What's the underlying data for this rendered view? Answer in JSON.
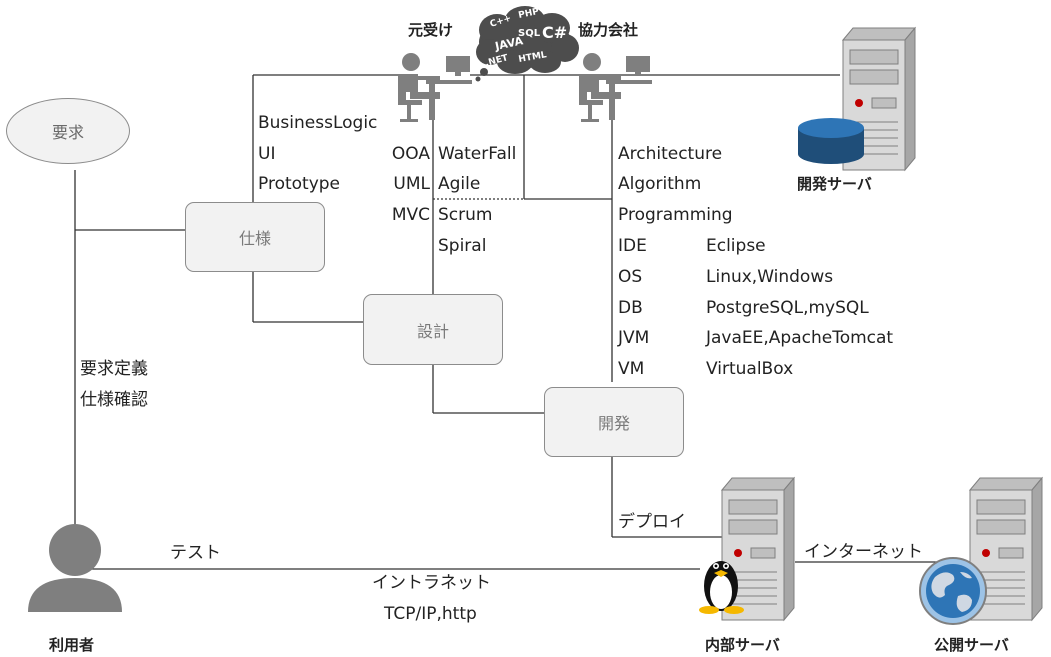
{
  "nodes": {
    "request": "要求",
    "spec": "仕様",
    "design": "設計",
    "dev": "開発"
  },
  "actors": {
    "prime_contractor": "元受け",
    "partner_company": "協力会社",
    "user": "利用者",
    "dev_server": "開発サーバ",
    "internal_server": "内部サーバ",
    "public_server": "公開サーバ"
  },
  "cloud_keywords": [
    "C++",
    "PHP",
    "SQL",
    "C#",
    "JAVA",
    ".NET",
    "HTML"
  ],
  "spec_topics": [
    "BusinessLogic",
    "UI",
    "Prototype"
  ],
  "design_methods": [
    "OOA",
    "UML",
    "MVC"
  ],
  "processes": [
    "WaterFall",
    "Agile",
    "Scrum",
    "Spiral"
  ],
  "dev_topics": [
    "Architecture",
    "Algorithm",
    "Programming"
  ],
  "environment": [
    {
      "key": "IDE",
      "value": "Eclipse"
    },
    {
      "key": "OS",
      "value": "Linux,Windows"
    },
    {
      "key": "DB",
      "value": "PostgreSQL,mySQL"
    },
    {
      "key": "JVM",
      "value": "JavaEE,ApacheTomcat"
    },
    {
      "key": "VM",
      "value": "VirtualBox"
    }
  ],
  "edges": {
    "requirements": [
      "要求定義",
      "仕様確認"
    ],
    "test": "テスト",
    "intranet": "イントラネット",
    "protocol": "TCP/IP,http",
    "deploy": "デプロイ",
    "internet": "インターネット"
  },
  "colors": {
    "line": "#333333",
    "box_fill": "#f2f2f2",
    "box_border": "#8c8c8c",
    "person": "#7f7f7f",
    "server_body": "#d9d9d9",
    "db_blue": "#1f4e79"
  }
}
